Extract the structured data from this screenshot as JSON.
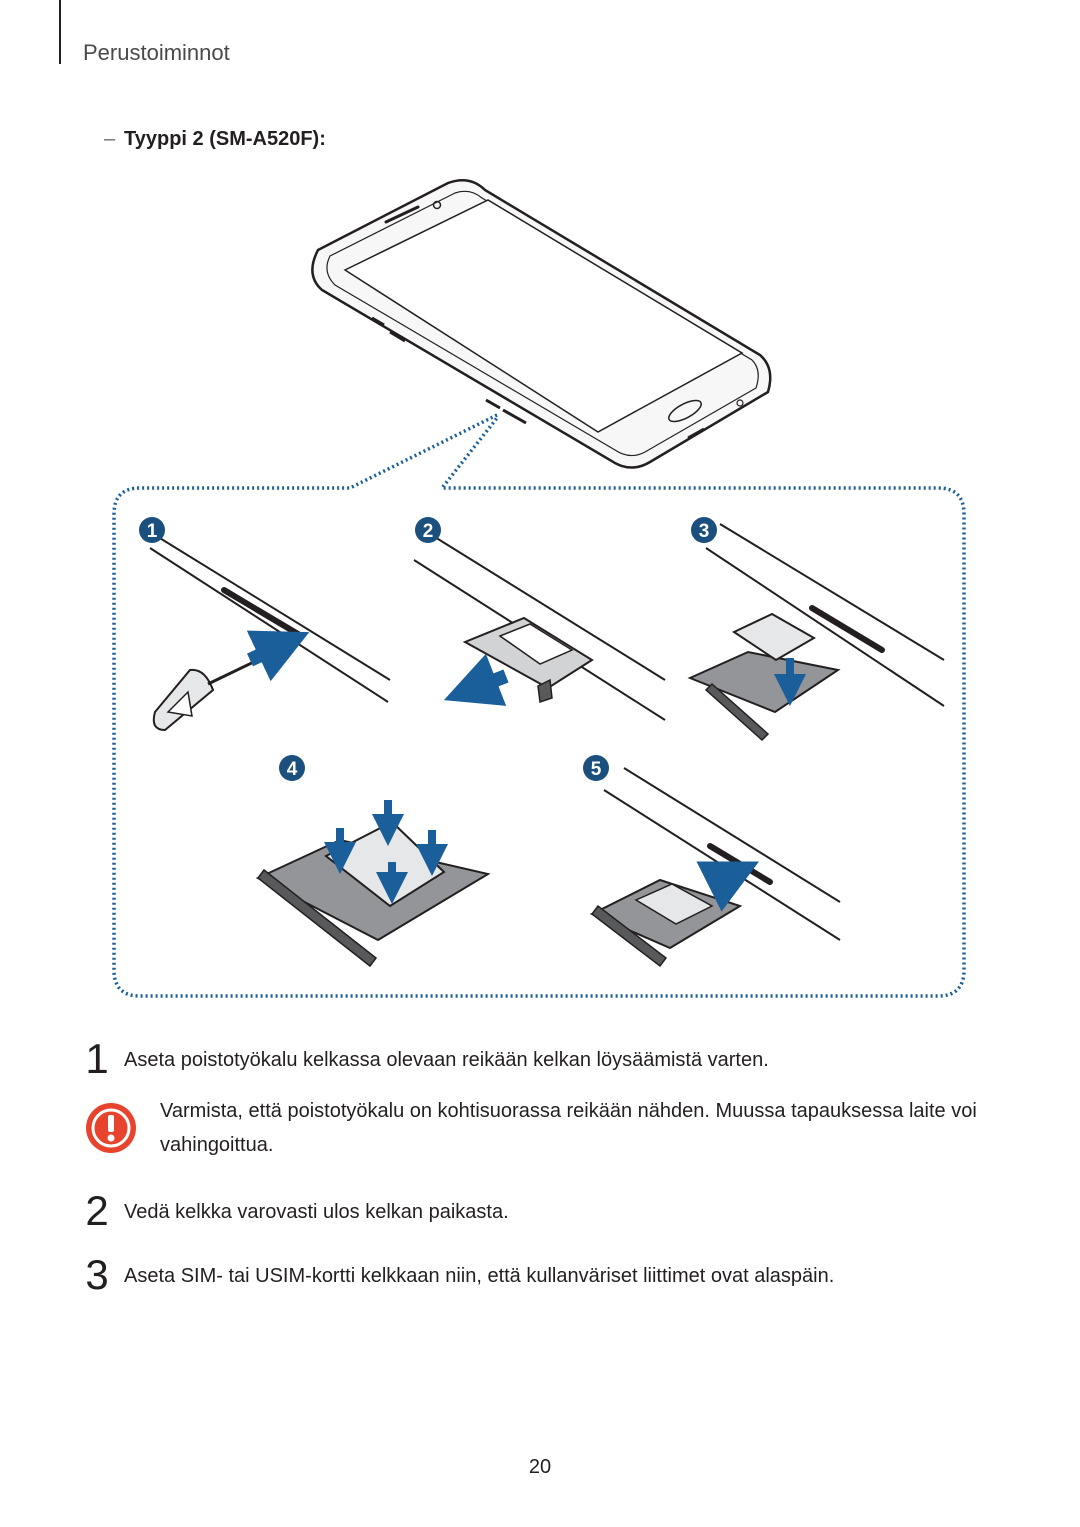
{
  "header": {
    "section": "Perustoiminnot"
  },
  "subheading": {
    "dash": "–",
    "label": "Tyyppi 2 (SM-A520F):"
  },
  "illustration": {
    "badges": [
      "1",
      "2",
      "3",
      "4",
      "5"
    ],
    "accent_color": "#1a5e9a",
    "badge_color": "#1b4f7d"
  },
  "steps": [
    {
      "number": "1",
      "text": "Aseta poistotyökalu kelkassa olevaan reikään kelkan löysäämistä varten."
    },
    {
      "number": "2",
      "text": "Vedä kelkka varovasti ulos kelkan paikasta."
    },
    {
      "number": "3",
      "text": "Aseta SIM- tai USIM-kortti kelkkaan niin, että kullanväriset liittimet ovat alaspäin."
    }
  ],
  "caution": {
    "icon": "caution-icon",
    "color": "#e8432c",
    "text": "Varmista, että poistotyökalu on kohtisuorassa reikään nähden. Muussa tapauksessa laite voi vahingoittua."
  },
  "footer": {
    "page_number": "20"
  }
}
